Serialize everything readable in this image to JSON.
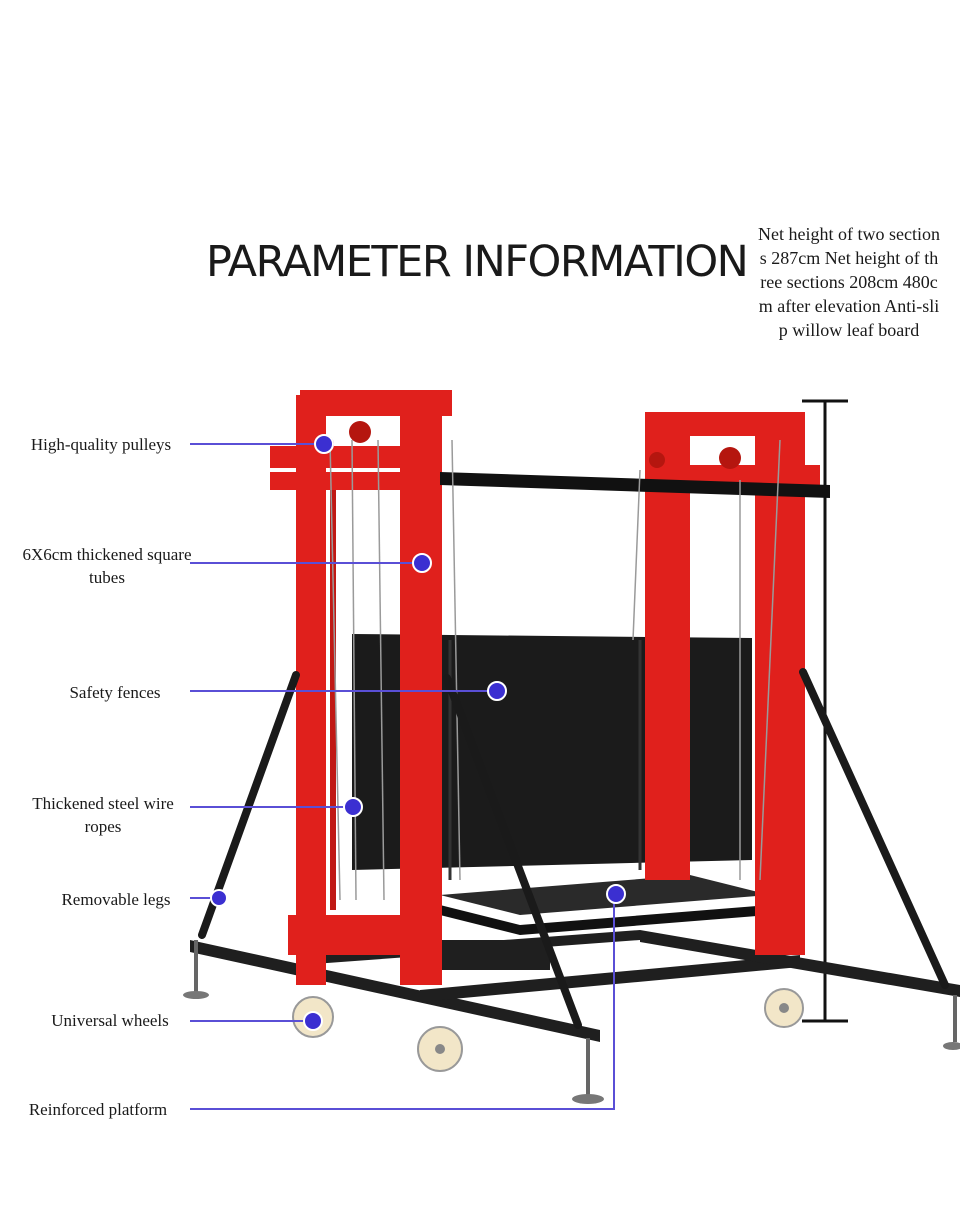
{
  "header": {
    "title": "PARAMETER INFORMATION"
  },
  "height_note": "Net height of two sections 287cm Net height of three sections 208cm 480cm after elevation Anti-slip willow leaf board",
  "callouts": {
    "pulleys": "High-quality pulleys",
    "tubes": "6X6cm thickened square tubes",
    "fences": "Safety fences",
    "wire_ropes": "Thickened steel wire ropes",
    "legs": "Removable legs",
    "wheels": "Universal wheels",
    "platform": "Reinforced platform"
  },
  "colors": {
    "frame_red": "#e0201c",
    "fence_black": "#1c1c1c",
    "callout_line": "#5a4fd6",
    "callout_dot": "#3b2fd1",
    "wheel": "#f2e6c8"
  }
}
